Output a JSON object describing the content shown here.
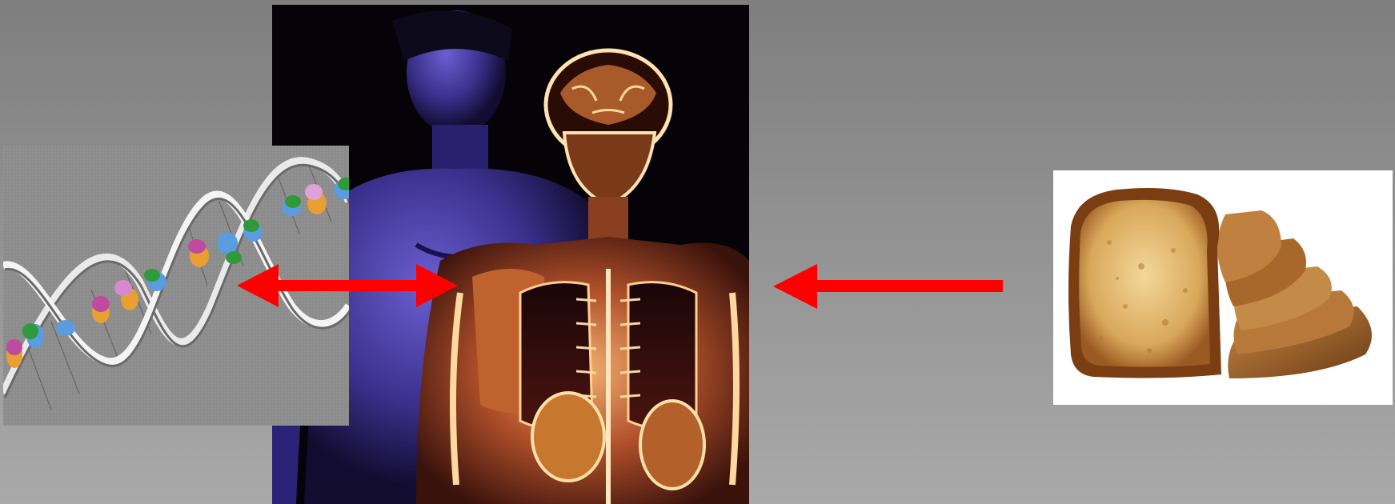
{
  "scene": {
    "panels": [
      {
        "id": "dna",
        "depicts": "dna-double-helix-image"
      },
      {
        "id": "body",
        "depicts": "human-body-xray-image"
      },
      {
        "id": "toast",
        "depicts": "toasted-bread-slices-image"
      }
    ],
    "arrows": [
      {
        "from": "body",
        "to": "dna",
        "style": "double-headed",
        "color": "#ff0000"
      },
      {
        "from": "toast",
        "to": "body",
        "style": "single-headed",
        "color": "#ff0000"
      }
    ],
    "colors": {
      "arrow": "#ff0000",
      "background_top": "#7e7e7e",
      "background_bottom": "#a9a9a9"
    }
  }
}
